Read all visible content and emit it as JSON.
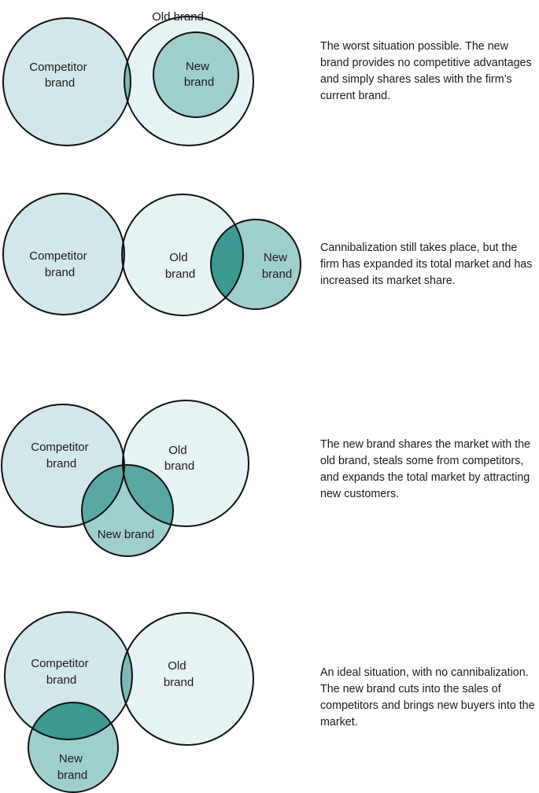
{
  "colors": {
    "stroke": "#111111",
    "competitor_fill": "#d2e7ea",
    "old_fill": "#e6f3f4",
    "new_fill": "#9fcfcd",
    "overlap_light": "#7cb9b6",
    "overlap_mid": "#5aa8a5",
    "overlap_dark": "#3b9893",
    "overlap_deep": "#2f8a86"
  },
  "diagrams": [
    {
      "labels": {
        "competitor": [
          "Competitor",
          "brand"
        ],
        "old": [
          "Old brand"
        ],
        "new": [
          "New",
          "brand"
        ]
      },
      "caption": "The worst situation possible. The new brand provides no competitive advantages and simply shares sales with the firm’s current brand."
    },
    {
      "labels": {
        "competitor": [
          "Competitor",
          "brand"
        ],
        "old": [
          "Old",
          "brand"
        ],
        "new": [
          "New",
          "brand"
        ]
      },
      "caption": "Cannibalization still takes place, but the firm has expanded its total market and has increased its market share."
    },
    {
      "labels": {
        "competitor": [
          "Competitor",
          "brand"
        ],
        "old": [
          "Old",
          "brand"
        ],
        "new": [
          "New brand"
        ]
      },
      "caption": "The new brand shares the market with the old brand, steals some from competitors, and expands the total market by attracting new customers."
    },
    {
      "labels": {
        "competitor": [
          "Competitor",
          "brand"
        ],
        "old": [
          "Old",
          "brand"
        ],
        "new": [
          "New",
          "brand"
        ]
      },
      "caption": "An ideal situation, with no cannibalization. The new brand cuts into the sales of competitors and brings new buyers into the market."
    }
  ]
}
